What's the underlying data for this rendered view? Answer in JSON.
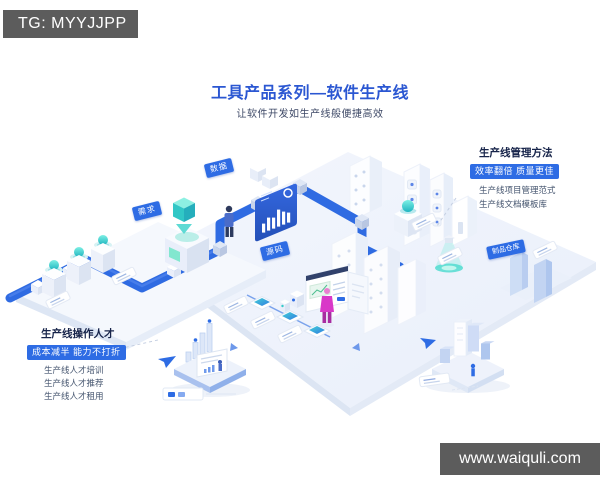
{
  "watermark": {
    "label": "TG: MYYJJPP"
  },
  "footer": {
    "website": "www.waiquli.com"
  },
  "header": {
    "title": "工具产品系列—软件生产线",
    "subtitle": "让软件开发如生产线般便捷高效"
  },
  "management_block": {
    "title": "生产线管理方法",
    "badge": "效率翻倍 质量更佳",
    "items": [
      {
        "label": "生产线项目管理范式"
      },
      {
        "label": "生产线文档模板库"
      }
    ]
  },
  "talent_block": {
    "title": "生产线操作人才",
    "badge": "成本减半 能力不打折",
    "items": [
      {
        "label": "生产线人才培训"
      },
      {
        "label": "生产线人才推荐"
      },
      {
        "label": "生产线人才租用"
      }
    ]
  },
  "scene": {
    "tags": [
      {
        "label": "需求"
      },
      {
        "label": "数据"
      },
      {
        "label": "源码"
      },
      {
        "label": "制品仓库"
      }
    ]
  },
  "colors": {
    "accent_blue": "#2e6ce4",
    "title_blue": "#2b57d2",
    "teal": "#35cfc9",
    "dark_text": "#17244a",
    "gray_bar": "#5c5c5c"
  }
}
